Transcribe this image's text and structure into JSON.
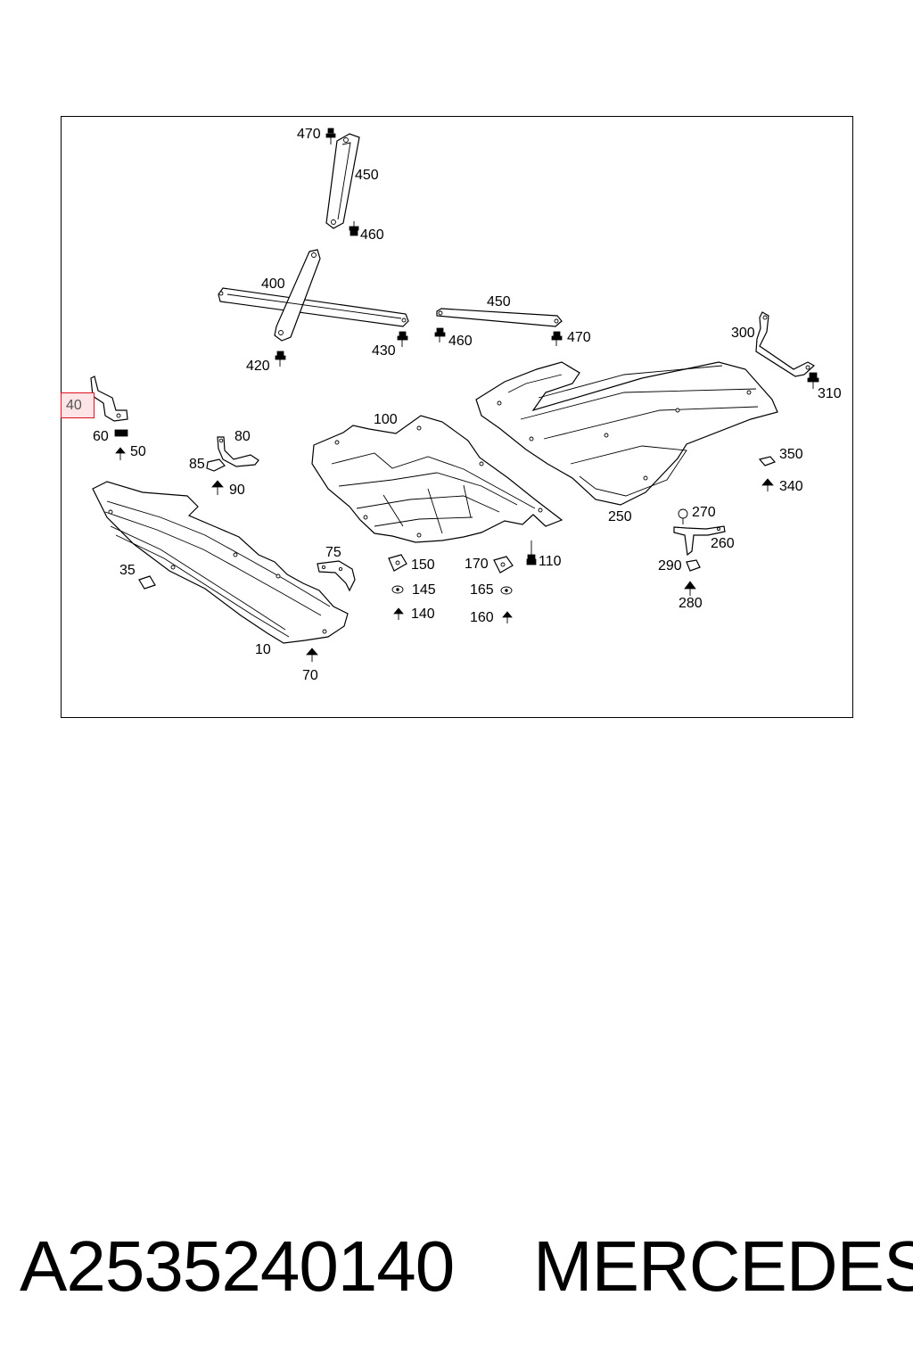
{
  "diagram": {
    "labels": [
      {
        "id": "470a",
        "text": "470"
      },
      {
        "id": "450a",
        "text": "450"
      },
      {
        "id": "460a",
        "text": "460"
      },
      {
        "id": "400",
        "text": "400"
      },
      {
        "id": "450b",
        "text": "450"
      },
      {
        "id": "420",
        "text": "420"
      },
      {
        "id": "430",
        "text": "430"
      },
      {
        "id": "460b",
        "text": "460"
      },
      {
        "id": "470b",
        "text": "470"
      },
      {
        "id": "300",
        "text": "300"
      },
      {
        "id": "310",
        "text": "310"
      },
      {
        "id": "40",
        "text": "40"
      },
      {
        "id": "60",
        "text": "60"
      },
      {
        "id": "50",
        "text": "50"
      },
      {
        "id": "80",
        "text": "80"
      },
      {
        "id": "85",
        "text": "85"
      },
      {
        "id": "90",
        "text": "90"
      },
      {
        "id": "100",
        "text": "100"
      },
      {
        "id": "250",
        "text": "250"
      },
      {
        "id": "350",
        "text": "350"
      },
      {
        "id": "340",
        "text": "340"
      },
      {
        "id": "270",
        "text": "270"
      },
      {
        "id": "260",
        "text": "260"
      },
      {
        "id": "290",
        "text": "290"
      },
      {
        "id": "280",
        "text": "280"
      },
      {
        "id": "75",
        "text": "75"
      },
      {
        "id": "150",
        "text": "150"
      },
      {
        "id": "145",
        "text": "145"
      },
      {
        "id": "140",
        "text": "140"
      },
      {
        "id": "170",
        "text": "170"
      },
      {
        "id": "110",
        "text": "110"
      },
      {
        "id": "165",
        "text": "165"
      },
      {
        "id": "160",
        "text": "160"
      },
      {
        "id": "35",
        "text": "35"
      },
      {
        "id": "10",
        "text": "10"
      },
      {
        "id": "70",
        "text": "70"
      }
    ],
    "highlighted_label": "40",
    "highlight_color": "#e01020"
  },
  "footer": {
    "part_number": "A2535240140",
    "brand": "MERCEDES"
  }
}
